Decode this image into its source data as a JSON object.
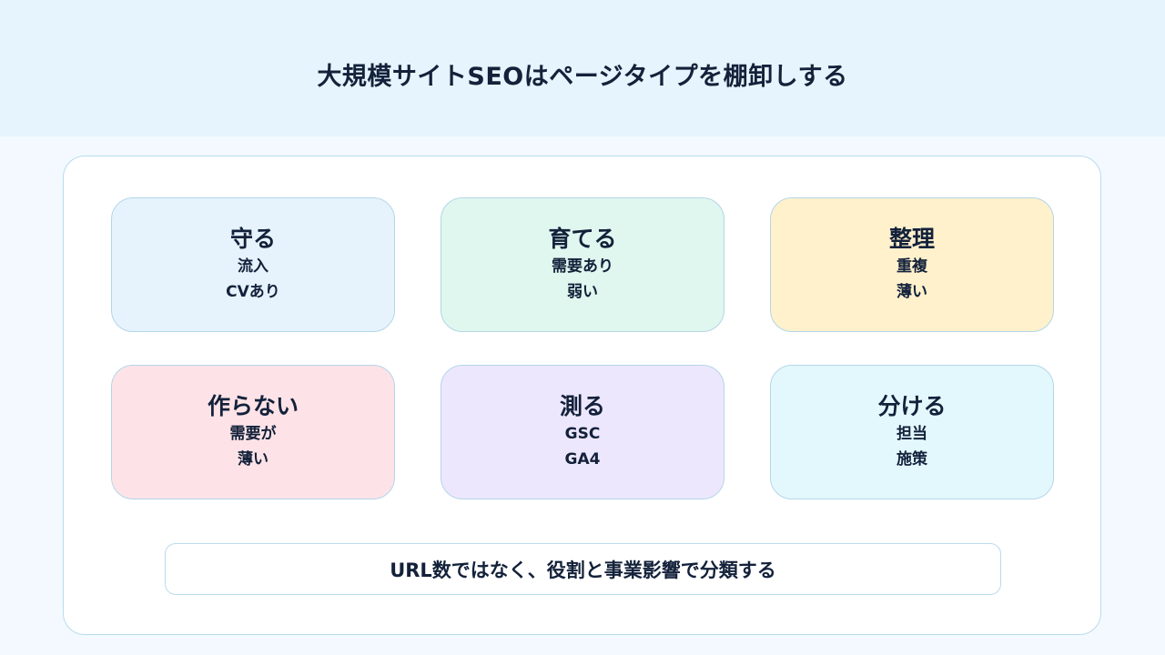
{
  "header": {
    "title": "大規模サイトSEOはページタイプを棚卸しする"
  },
  "cards": [
    {
      "title": "守る",
      "lines": [
        "流入",
        "CVあり"
      ],
      "color": "#e6f3fd"
    },
    {
      "title": "育てる",
      "lines": [
        "需要あり",
        "弱い"
      ],
      "color": "#e0f7ef"
    },
    {
      "title": "整理",
      "lines": [
        "重複",
        "薄い"
      ],
      "color": "#fff1cc"
    },
    {
      "title": "作らない",
      "lines": [
        "需要が",
        "薄い"
      ],
      "color": "#fde3e7"
    },
    {
      "title": "測る",
      "lines": [
        "GSC",
        "GA4"
      ],
      "color": "#ede7fd"
    },
    {
      "title": "分ける",
      "lines": [
        "担当",
        "施策"
      ],
      "color": "#e3f8fd"
    }
  ],
  "footer": {
    "text": "URL数ではなく、役割と事業影響で分類する"
  }
}
